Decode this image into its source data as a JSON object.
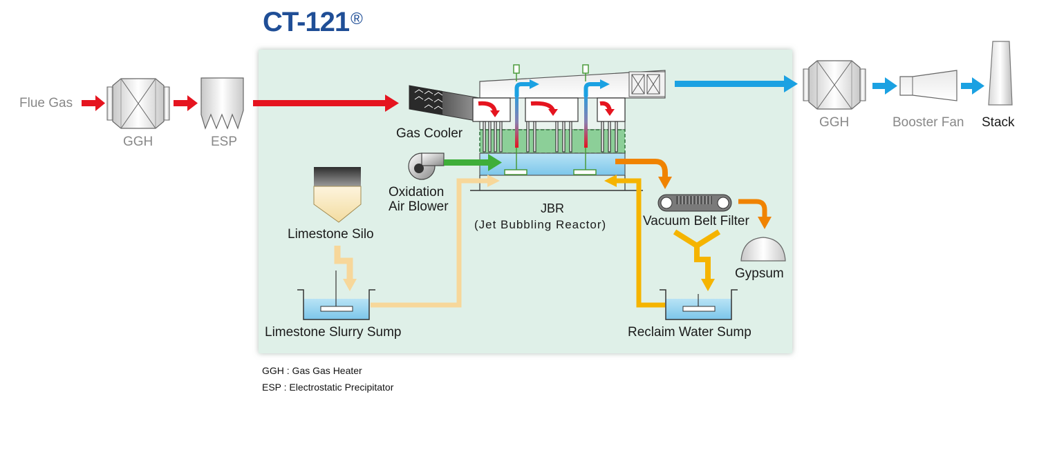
{
  "title": {
    "text": "CT-121",
    "mark": "®"
  },
  "labels": {
    "flue_gas": "Flue Gas",
    "ggh_in": "GGH",
    "esp": "ESP",
    "ggh_out": "GGH",
    "booster_fan": "Booster Fan",
    "stack": "Stack",
    "gas_cooler": "Gas Cooler",
    "oxidation_air_blower_1": "Oxidation",
    "oxidation_air_blower_2": "Air Blower",
    "jbr_1": "JBR",
    "jbr_2": "(Jet Bubbling Reactor)",
    "limestone_silo": "Limestone Silo",
    "limestone_slurry_sump": "Limestone Slurry Sump",
    "vacuum_belt_filter": "Vacuum Belt Filter",
    "gypsum": "Gypsum",
    "reclaim_water_sump": "Reclaim Water Sump"
  },
  "notes": {
    "ggh": "GGH : Gas Gas Heater",
    "esp": "ESP : Electrostatic Precipitator"
  },
  "colors": {
    "title": "#1f4e96",
    "flue_gas": "#e5141f",
    "clean_gas": "#1ba1e2",
    "oxidation_air": "#3fae3a",
    "limestone_slurry": "#f7d79a",
    "reclaim_water": "#f5b400",
    "gypsum_slurry": "#f08300",
    "panel": "#dff0e8",
    "equipment_grey": "#8c8c8c"
  }
}
